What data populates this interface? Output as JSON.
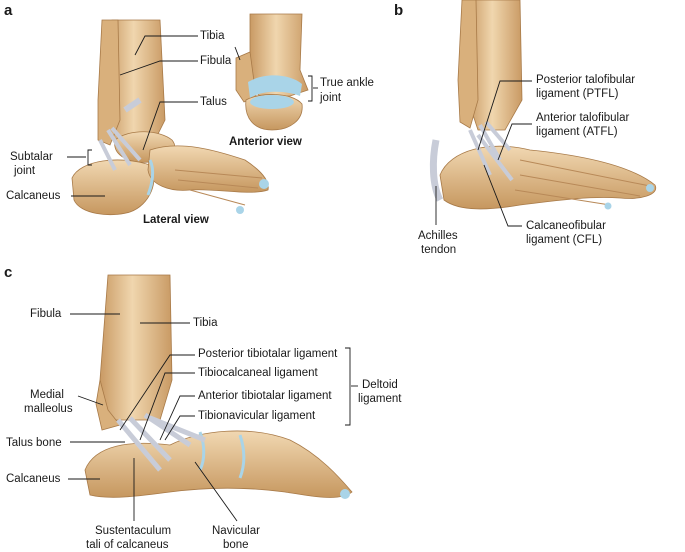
{
  "panels": {
    "a": {
      "letter": "a",
      "labels": {
        "tibia": "Tibia",
        "fibula": "Fibula",
        "talus": "Talus",
        "true_ankle_joint_1": "True ankle",
        "true_ankle_joint_2": "joint",
        "subtalar_joint_1": "Subtalar",
        "subtalar_joint_2": "joint",
        "calcaneus": "Calcaneus"
      },
      "anterior_view": "Anterior view",
      "lateral_view": "Lateral view"
    },
    "b": {
      "letter": "b",
      "labels": {
        "ptfl_1": "Posterior talofibular",
        "ptfl_2": "ligament (PTFL)",
        "atfl_1": "Anterior talofibular",
        "atfl_2": "ligament (ATFL)",
        "cfl_1": "Calcaneofibular",
        "cfl_2": "ligament (CFL)",
        "achilles_1": "Achilles",
        "achilles_2": "tendon"
      }
    },
    "c": {
      "letter": "c",
      "labels": {
        "fibula": "Fibula",
        "tibia": "Tibia",
        "posterior_tibiotalar": "Posterior tibiotalar ligament",
        "tibiocalcaneal": "Tibiocalcaneal ligament",
        "anterior_tibiotalar": "Anterior tibiotalar ligament",
        "tibionavicular": "Tibionavicular ligament",
        "deltoid_1": "Deltoid",
        "deltoid_2": "ligament",
        "medial_malleolus_1": "Medial",
        "medial_malleolus_2": "malleolus",
        "talus_bone": "Talus bone",
        "calcaneus": "Calcaneus",
        "sustentaculum_1": "Sustentaculum",
        "sustentaculum_2": "tali of calcaneus",
        "navicular_1": "Navicular",
        "navicular_2": "bone"
      }
    }
  },
  "colors": {
    "bone": "#e6c79c",
    "bone_dark": "#c99a64",
    "bone_outline": "#a87a48",
    "cartilage": "#a9d4e8",
    "ligament": "#c8ccd8",
    "leader": "#1a1a1a"
  }
}
